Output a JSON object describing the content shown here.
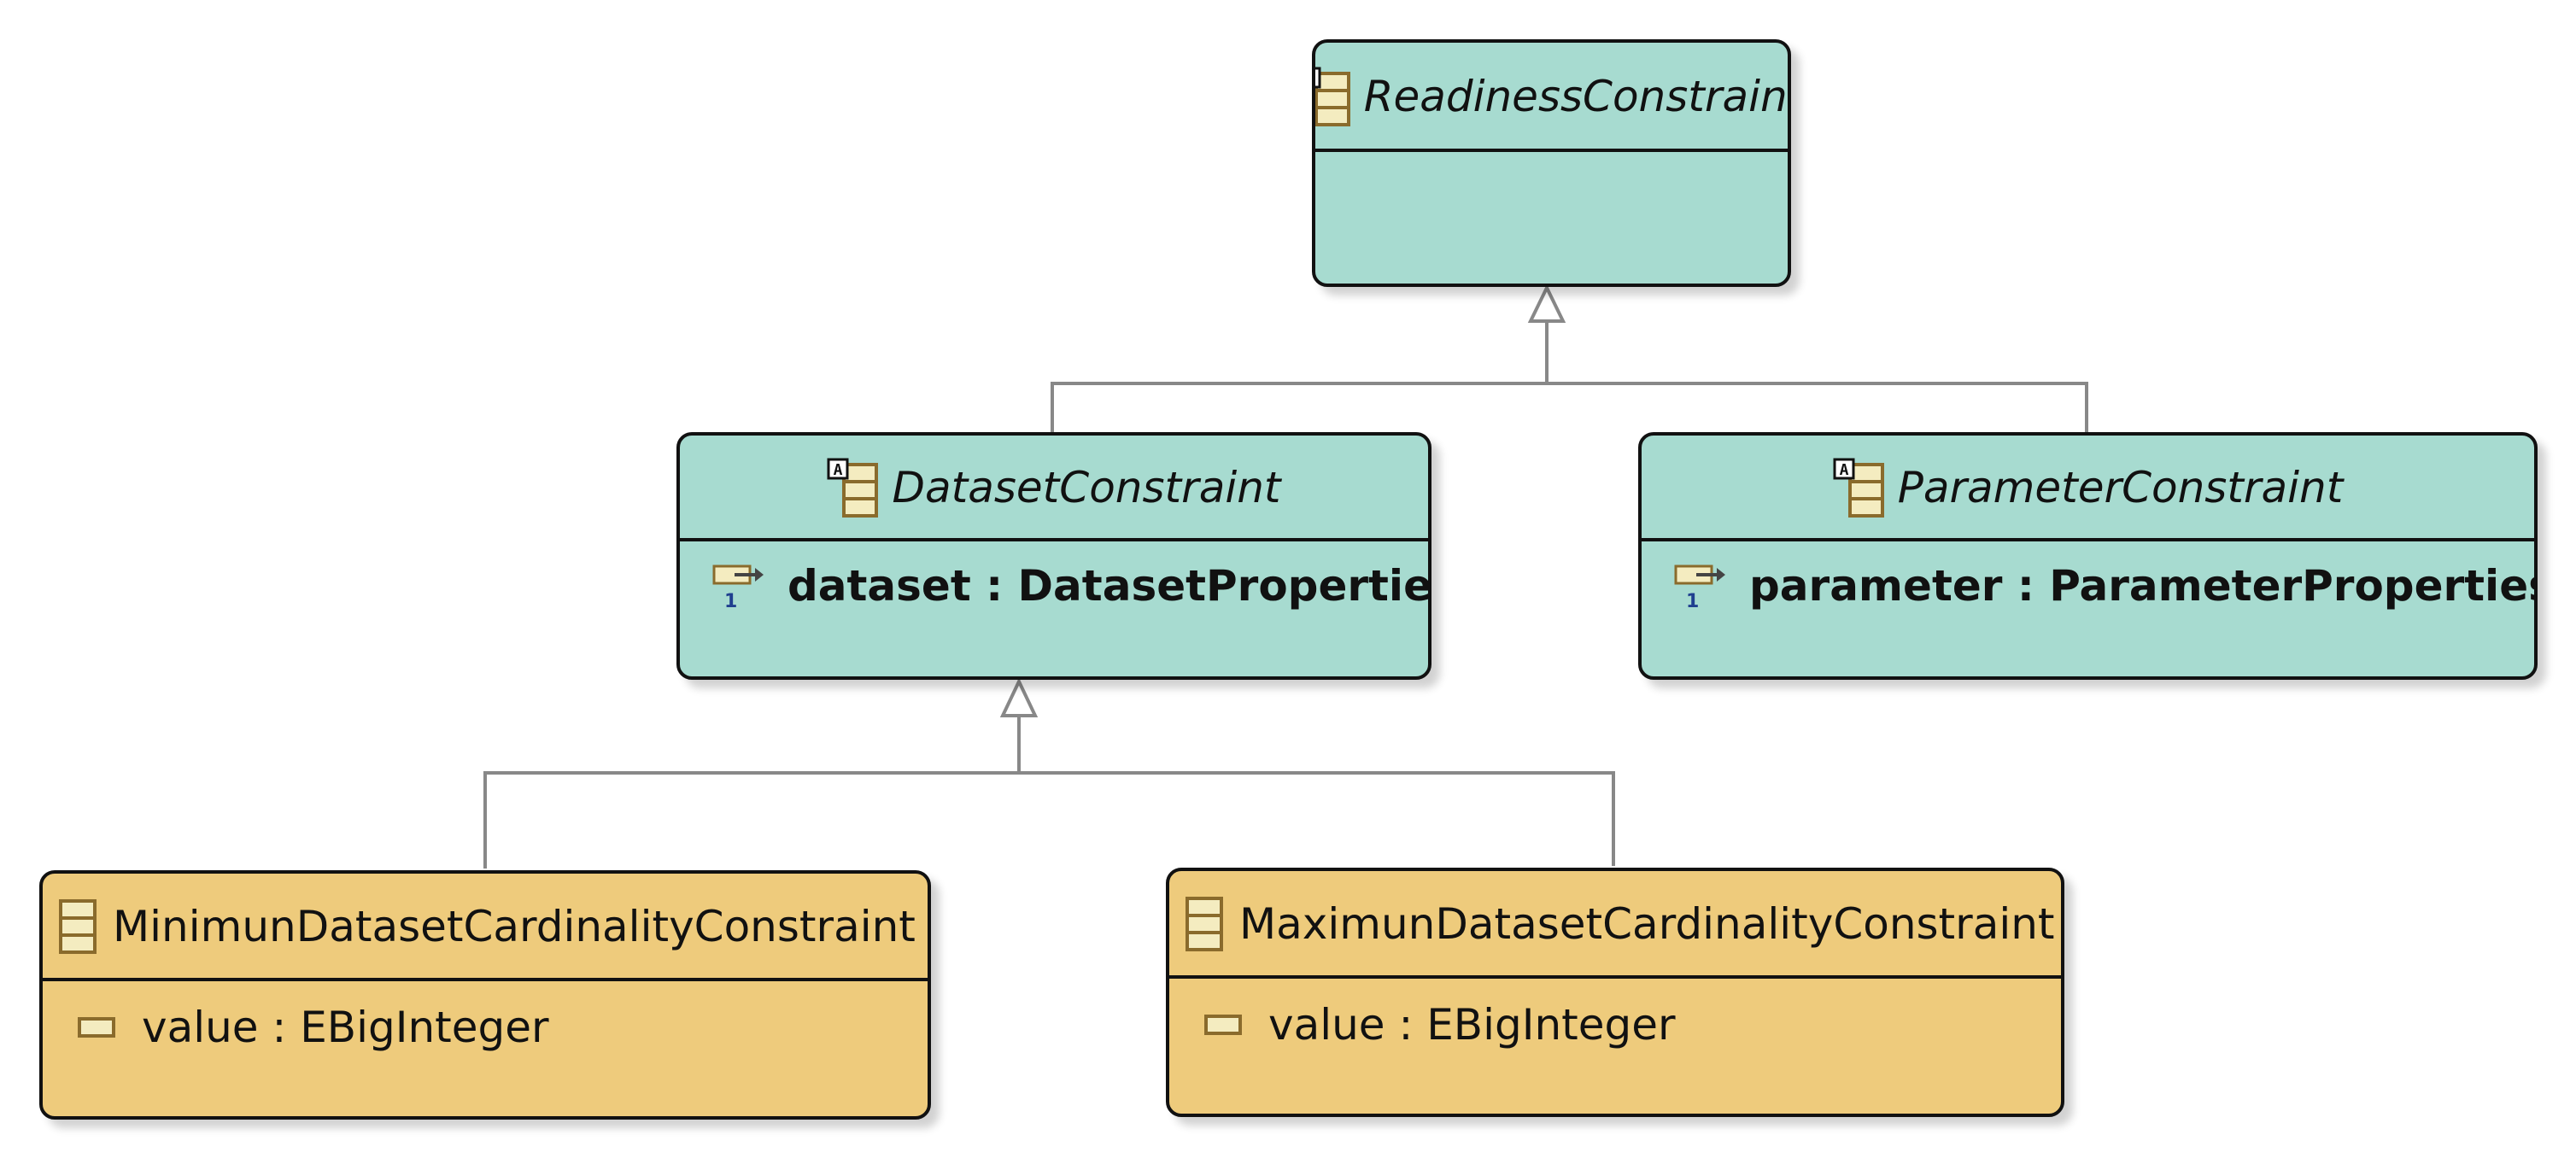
{
  "diagram": {
    "classes": {
      "readiness": {
        "name": "ReadinessConstraint",
        "abstract": true,
        "icon": "abstract-eclass-icon",
        "attributes": []
      },
      "dataset": {
        "name": "DatasetConstraint",
        "abstract": true,
        "icon": "abstract-eclass-icon",
        "attributes": [
          {
            "text": "dataset : DatasetProperties",
            "icon": "containment-reference-icon"
          }
        ]
      },
      "parameter": {
        "name": "ParameterConstraint",
        "abstract": true,
        "icon": "abstract-eclass-icon",
        "attributes": [
          {
            "text": "parameter : ParameterProperties",
            "icon": "containment-reference-icon"
          }
        ]
      },
      "minimun": {
        "name": "MinimunDatasetCardinalityConstraint",
        "abstract": false,
        "icon": "eclass-icon",
        "attributes": [
          {
            "text": "value : EBigInteger",
            "icon": "eattribute-icon"
          }
        ]
      },
      "maximun": {
        "name": "MaximunDatasetCardinalityConstraint",
        "abstract": false,
        "icon": "eclass-icon",
        "attributes": [
          {
            "text": "value : EBigInteger",
            "icon": "eattribute-icon"
          }
        ]
      }
    },
    "generalizations": [
      {
        "from": "DatasetConstraint",
        "to": "ReadinessConstraint"
      },
      {
        "from": "ParameterConstraint",
        "to": "ReadinessConstraint"
      },
      {
        "from": "MinimunDatasetCardinalityConstraint",
        "to": "DatasetConstraint"
      },
      {
        "from": "MaximunDatasetCardinalityConstraint",
        "to": "DatasetConstraint"
      }
    ],
    "colors": {
      "abstract_fill": "#a7dbd0",
      "concrete_fill": "#eecb7c",
      "border": "#111111",
      "connector": "#888888"
    }
  }
}
